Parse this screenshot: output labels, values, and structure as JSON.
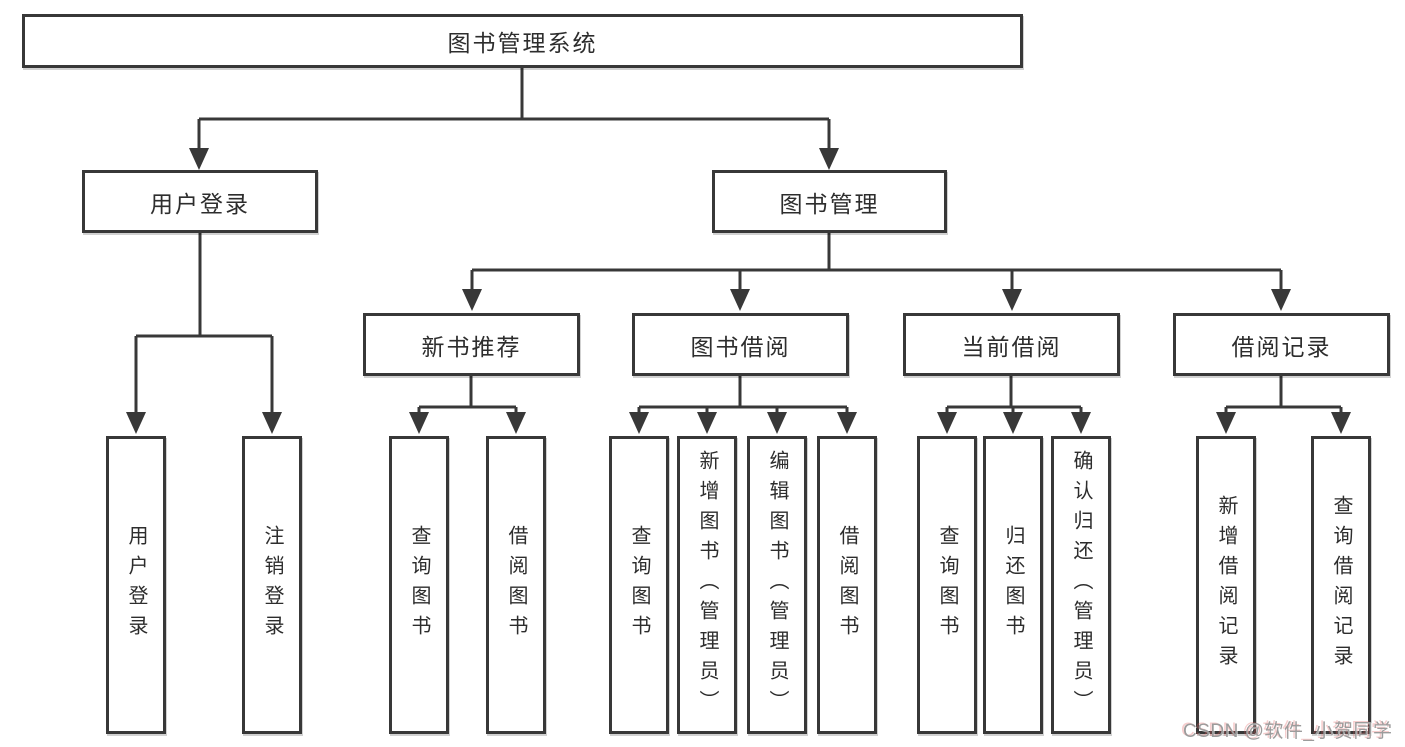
{
  "nodes": {
    "root": "图书管理系统",
    "level2": {
      "user_login": "用户登录",
      "book_mgmt": "图书管理"
    },
    "level3": {
      "new_books": "新书推荐",
      "book_borrow": "图书借阅",
      "current_borrow": "当前借阅",
      "borrow_records": "借阅记录"
    },
    "leaves": {
      "user_login": [
        "用户登录",
        "注销登录"
      ],
      "new_books": [
        "查询图书",
        "借阅图书"
      ],
      "book_borrow": [
        "查询图书",
        "新增图书（管理员）",
        "编辑图书（管理员）",
        "借阅图书"
      ],
      "current_borrow": [
        "查询图书",
        "归还图书",
        "确认归还（管理员）"
      ],
      "borrow_records": [
        "新增借阅记录",
        "查询借阅记录"
      ]
    }
  },
  "watermark": "CSDN @软件_小贺同学",
  "colors": {
    "line": "#383838",
    "box_border": "#383838",
    "text": "#2d2d2d",
    "background": "#ffffff",
    "watermark": "#9c9c9c"
  }
}
